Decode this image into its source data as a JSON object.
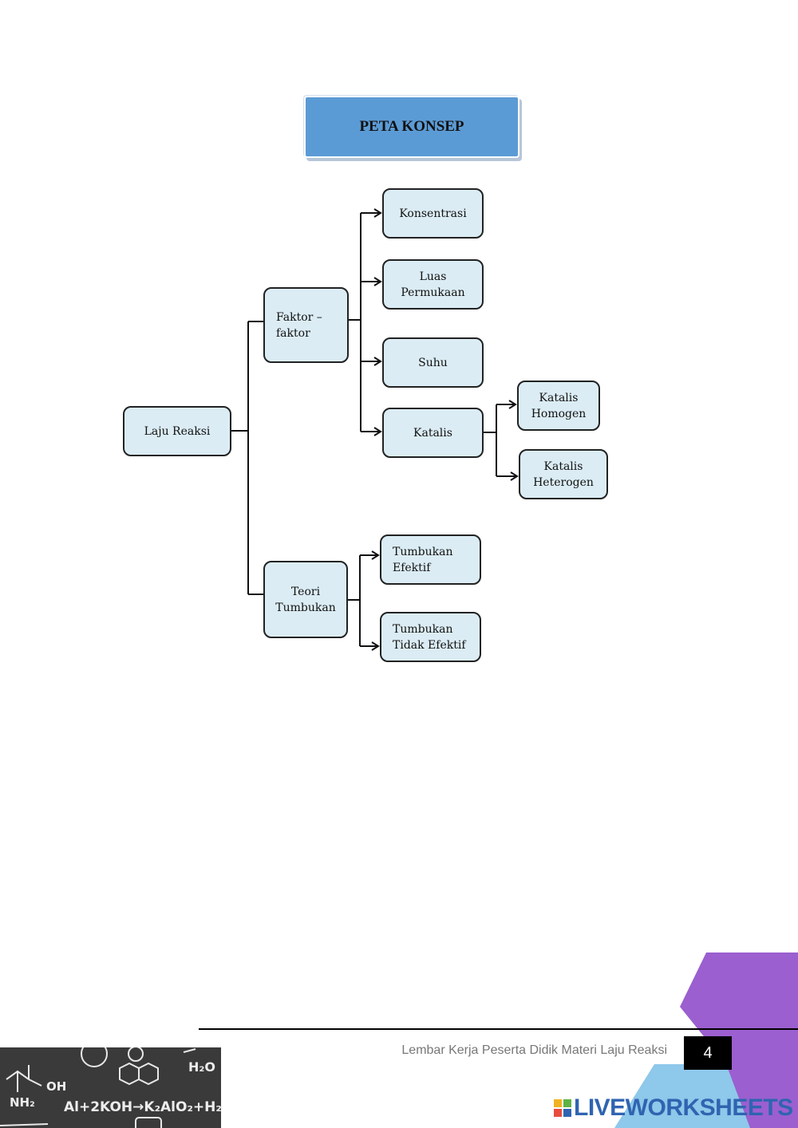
{
  "title": "PETA KONSEP",
  "nodes": {
    "laju_reaksi": "Laju Reaksi",
    "faktor": "Faktor –\nfaktor",
    "teori": "Teori\nTumbukan",
    "konsentrasi": "Konsentrasi",
    "luas": "Luas\nPermukaan",
    "suhu": "Suhu",
    "katalis": "Katalis",
    "katalis_homogen": "Katalis\nHomogen",
    "katalis_heterogen": "Katalis\nHeterogen",
    "tumbukan_efektif": "Tumbukan\nEfektif",
    "tumbukan_tidak": "Tumbukan\nTidak Efektif"
  },
  "footer": {
    "text": "Lembar Kerja Peserta Didik Materi Laju Reaksi",
    "page_number": "4",
    "brand": "LIVEWORKSHEETS"
  },
  "colors": {
    "title_fill": "#5b9bd5",
    "node_fill": "#dbecf4",
    "purple": "#9b5fcf",
    "light_blue": "#8ec8ea",
    "brand_blue": "#2f64b1"
  },
  "chalkboard_text": [
    "OH",
    "NH₂",
    "H₂O",
    "Al+2KOH→K₂AlO₂+H₂"
  ]
}
